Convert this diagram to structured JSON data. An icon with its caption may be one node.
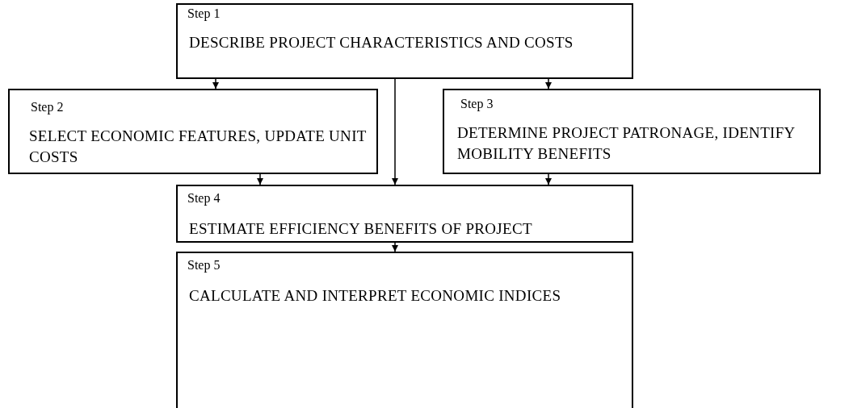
{
  "diagram": {
    "nodes": [
      {
        "text": [
          "Step 1",
          "DESCRIBE PROJECT CHARACTERISTICS AND COSTS"
        ]
      },
      {
        "text": [
          "Step 2",
          "SELECT ECONOMIC FEATURES, UPDATE UNIT COSTS"
        ]
      },
      {
        "text": [
          "Step 3",
          "DETERMINE PROJECT PATRONAGE, IDENTIFY MOBILITY BENEFITS"
        ]
      },
      {
        "text": [
          "Step 4",
          "ESTIMATE EFFICIENCY BENEFITS OF PROJECT"
        ]
      },
      {
        "text": [
          "Step 5",
          "CALCULATE AND INTERPRET ECONOMIC INDICES"
        ]
      }
    ],
    "edges": [
      {
        "from": 0,
        "to": 1,
        "arrow": "to"
      },
      {
        "from": 0,
        "to": 2,
        "arrow": "to"
      },
      {
        "from": 0,
        "to": 3,
        "arrow": "to"
      },
      {
        "from": 1,
        "to": 3,
        "arrow": "to"
      },
      {
        "from": 2,
        "to": 3,
        "arrow": "to"
      },
      {
        "from": 3,
        "to": 4,
        "arrow": "to"
      }
    ]
  }
}
